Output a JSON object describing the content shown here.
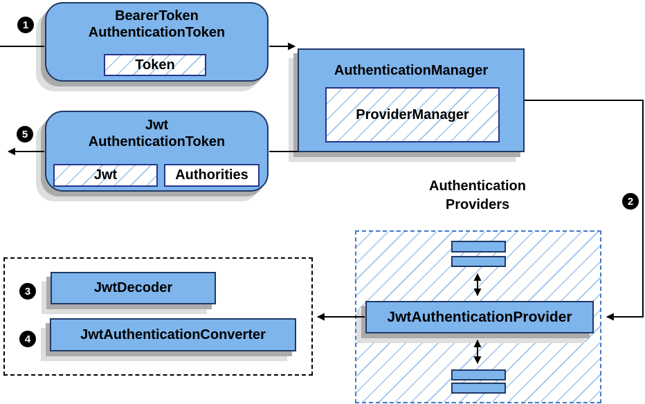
{
  "nodes": {
    "bearer_token": {
      "line1": "BearerToken",
      "line2": "AuthenticationToken",
      "chip": "Token"
    },
    "auth_manager": {
      "title": "AuthenticationManager",
      "chip": "ProviderManager"
    },
    "jwt_token": {
      "line1": "Jwt",
      "line2": "AuthenticationToken",
      "chip1": "Jwt",
      "chip2": "Authorities"
    },
    "providers_group": {
      "label_line1": "Authentication",
      "label_line2": "Providers"
    },
    "jwt_auth_provider": {
      "label": "JwtAuthenticationProvider"
    },
    "jwt_decoder": {
      "label": "JwtDecoder"
    },
    "jwt_auth_converter": {
      "label": "JwtAuthenticationConverter"
    }
  },
  "badges": {
    "b1": "1",
    "b2": "2",
    "b3": "3",
    "b4": "4",
    "b5": "5"
  },
  "colors": {
    "node_fill": "#7EB5EC",
    "node_border": "#1F3864",
    "inner_border": "#27348B",
    "hatch_line": "#9CC3E8",
    "dashed_blue": "#3D78C9",
    "shadow_dark": "#ABABAB",
    "shadow_light": "#DEDEDE",
    "arrow": "#000000"
  }
}
